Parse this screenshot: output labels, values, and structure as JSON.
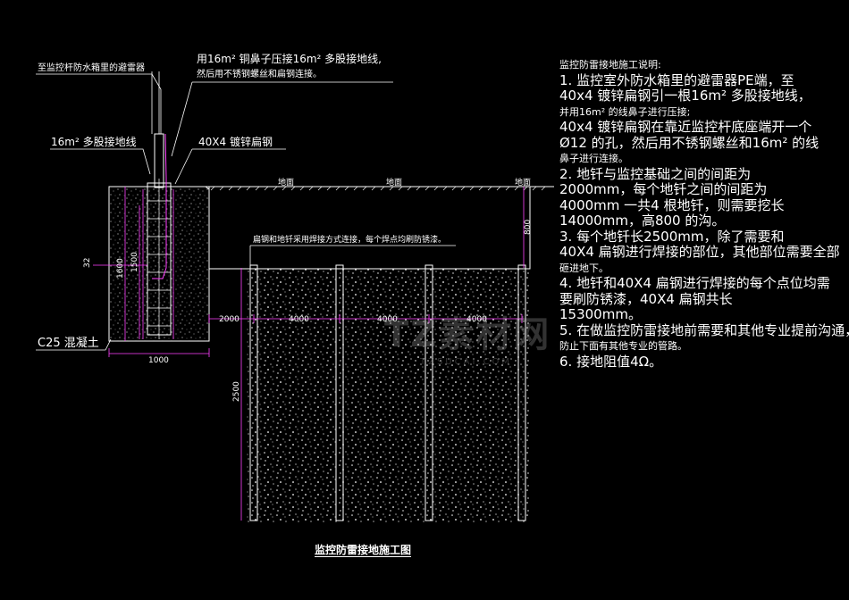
{
  "labels": {
    "arrester": "至监控杆防水箱里的避雷器",
    "wire_16": "16m² 多股接地线",
    "steel_flat": "40X4 镀锌扁钢",
    "connect_line1": "用16m² 铜鼻子压接16m² 多股接地线,",
    "connect_line2": "然后用不锈钢螺丝和扁钢连接。",
    "ground1": "地面",
    "ground2": "地面",
    "ground3": "地面",
    "weld_note": "扁钢和地钎采用焊接方式连接，每个焊点均刷防锈漆。",
    "concrete": "C25 混凝土"
  },
  "dims": {
    "d32": "32",
    "d1600": "1600",
    "d1500": "1500",
    "d1000": "1000",
    "d2000": "2000",
    "d4000a": "4000",
    "d4000b": "4000",
    "d4000c": "4000",
    "d800": "800",
    "d2500": "2500"
  },
  "notes": [
    {
      "text": "监控防雷接地施工说明:",
      "big": false
    },
    {
      "text": "1. 监控室外防水箱里的避雷器PE端，至",
      "big": true
    },
    {
      "text": "40x4 镀锌扁钢引一根16m² 多股接地线，",
      "big": true
    },
    {
      "text": "并用16m² 的线鼻子进行压接;",
      "big": false
    },
    {
      "text": "40x4 镀锌扁钢在靠近监控杆底座端开一个",
      "big": true
    },
    {
      "text": "Ø12 的孔，然后用不锈钢螺丝和16m² 的线",
      "big": true
    },
    {
      "text": "鼻子进行连接。",
      "big": false
    },
    {
      "text": "2. 地钎与监控基础之间的间距为",
      "big": true
    },
    {
      "text": "2000mm，每个地钎之间的间距为",
      "big": true
    },
    {
      "text": "4000mm 一共4 根地钎，则需要挖长",
      "big": true
    },
    {
      "text": "14000mm，高800 的沟。",
      "big": true
    },
    {
      "text": "3. 每个地钎长2500mm，除了需要和",
      "big": true
    },
    {
      "text": "40X4 扁钢进行焊接的部位，其他部位需要全部",
      "big": true
    },
    {
      "text": "砸进地下。",
      "big": false
    },
    {
      "text": "4. 地钎和40X4 扁钢进行焊接的每个点位均需",
      "big": true
    },
    {
      "text": "要刷防锈漆，40X4 扁钢共长",
      "big": true
    },
    {
      "text": "15300mm。",
      "big": true
    },
    {
      "text": "5. 在做监控防雷接地前需要和其他专业提前沟通，",
      "big": true
    },
    {
      "text": "防止下面有其他专业的管路。",
      "big": false
    },
    {
      "text": "6. 接地阻值4Ω。",
      "big": true
    }
  ],
  "title": "监控防雷接地施工图",
  "watermark": "TZ素材网",
  "watermark_sub": "TZSUCAI.COM"
}
